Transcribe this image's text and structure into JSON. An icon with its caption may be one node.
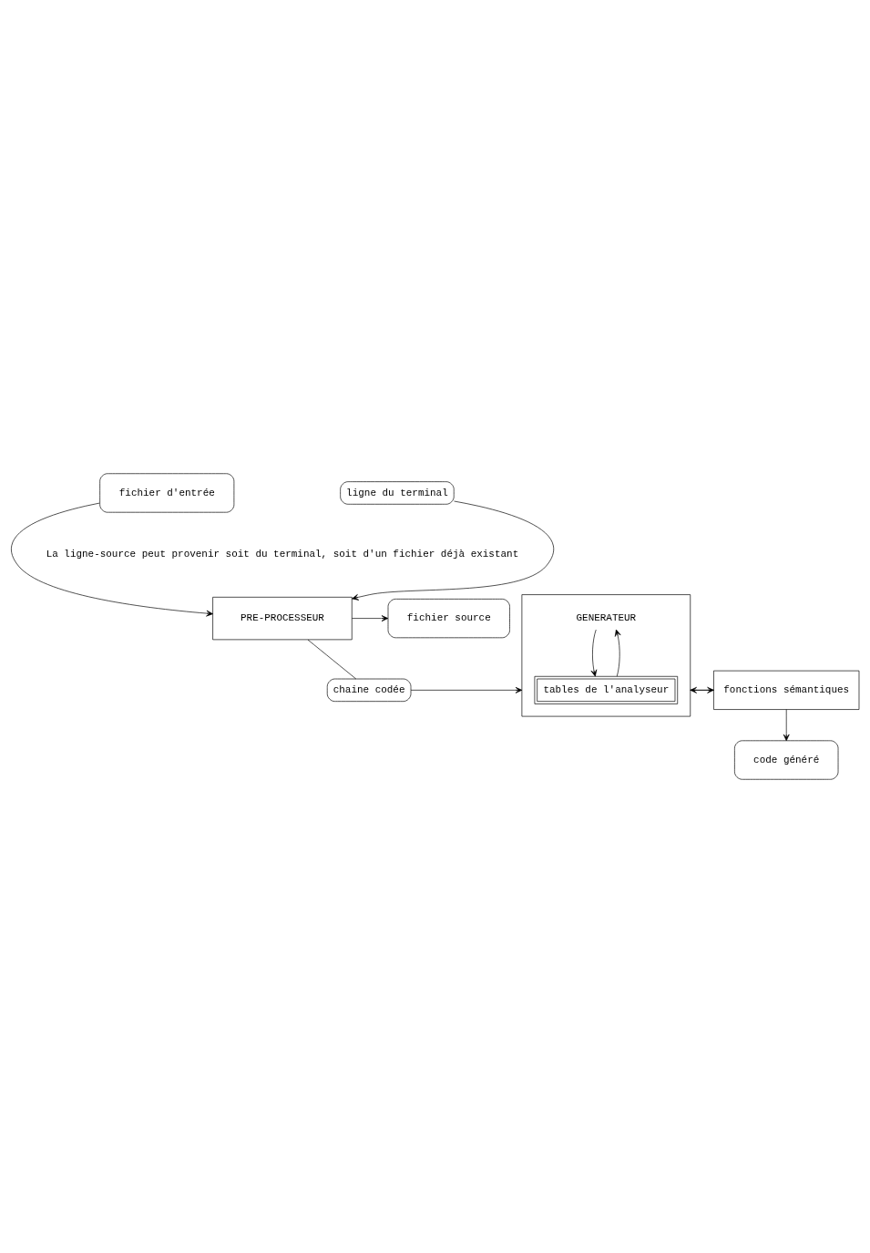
{
  "diagram": {
    "nodes": [
      {
        "text": [
          "fichier d'entrée"
        ]
      },
      {
        "text": [
          "ligne du terminal"
        ]
      },
      {
        "text": [
          "PRE-PROCESSEUR"
        ]
      },
      {
        "text": [
          "fichier source"
        ]
      },
      {
        "text": [
          "chaine codée"
        ]
      },
      {
        "text": [
          "GENERATEUR"
        ]
      },
      {
        "text": [
          "tables de l'analyseur"
        ],
        "in": 5
      },
      {
        "text": [
          "fonctions sémantiques"
        ]
      },
      {
        "text": [
          "code généré"
        ]
      }
    ],
    "edges": [
      {
        "from": 0,
        "to": 2,
        "arrow": "to"
      },
      {
        "from": 1,
        "to": 2,
        "arrow": "to"
      },
      {
        "from": 2,
        "to": 3,
        "arrow": "to"
      },
      {
        "from": 2,
        "to": 4,
        "arrow": "none"
      },
      {
        "from": 4,
        "to": 5,
        "arrow": "to"
      },
      {
        "from": 5,
        "to": 6,
        "arrow": "to"
      },
      {
        "from": 6,
        "to": 5,
        "arrow": "to"
      },
      {
        "from": 5,
        "to": 7,
        "arrow": "to"
      },
      {
        "from": 7,
        "to": 5,
        "arrow": "to"
      },
      {
        "from": 7,
        "to": 8,
        "arrow": "to"
      }
    ],
    "labels": [
      "La ligne-source peut provenir soit du terminal, soit d'un fichier déjà existant"
    ]
  }
}
